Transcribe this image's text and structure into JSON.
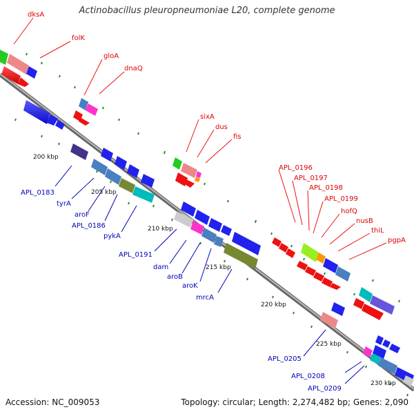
{
  "title": "Actinobacillus pleuropneumoniae L20, complete genome",
  "footer": {
    "accession": "Accession: NC_009053",
    "summary": "Topology: circular; Length: 2,274,482 bp; Genes: 2,090"
  },
  "colors": {
    "backbone": "#888888",
    "red_label": "#dd0000",
    "blue_label": "#0000bb",
    "tick": "#2a8a2a",
    "forward": "#1f1fe6",
    "reverse": "#ee1111"
  },
  "scale_labels": [
    "200 kbp",
    "205 kbp",
    "210 kbp",
    "215 kbp",
    "220 kbp",
    "225 kbp",
    "230 kbp"
  ],
  "top_labels": [
    "dksA",
    "folK",
    "gloA",
    "dnaQ",
    "sixA",
    "dus",
    "fis",
    "APL_0196",
    "APL_0197",
    "APL_0198",
    "APL_0199",
    "hofQ",
    "nusB",
    "thiL",
    "pgpA"
  ],
  "bottom_labels": [
    "APL_0183",
    "tyrA",
    "aroF",
    "APL_0186",
    "pykA",
    "APL_0191",
    "dam",
    "aroB",
    "aroK",
    "mrcA",
    "APL_0205",
    "APL_0208",
    "APL_0209"
  ]
}
